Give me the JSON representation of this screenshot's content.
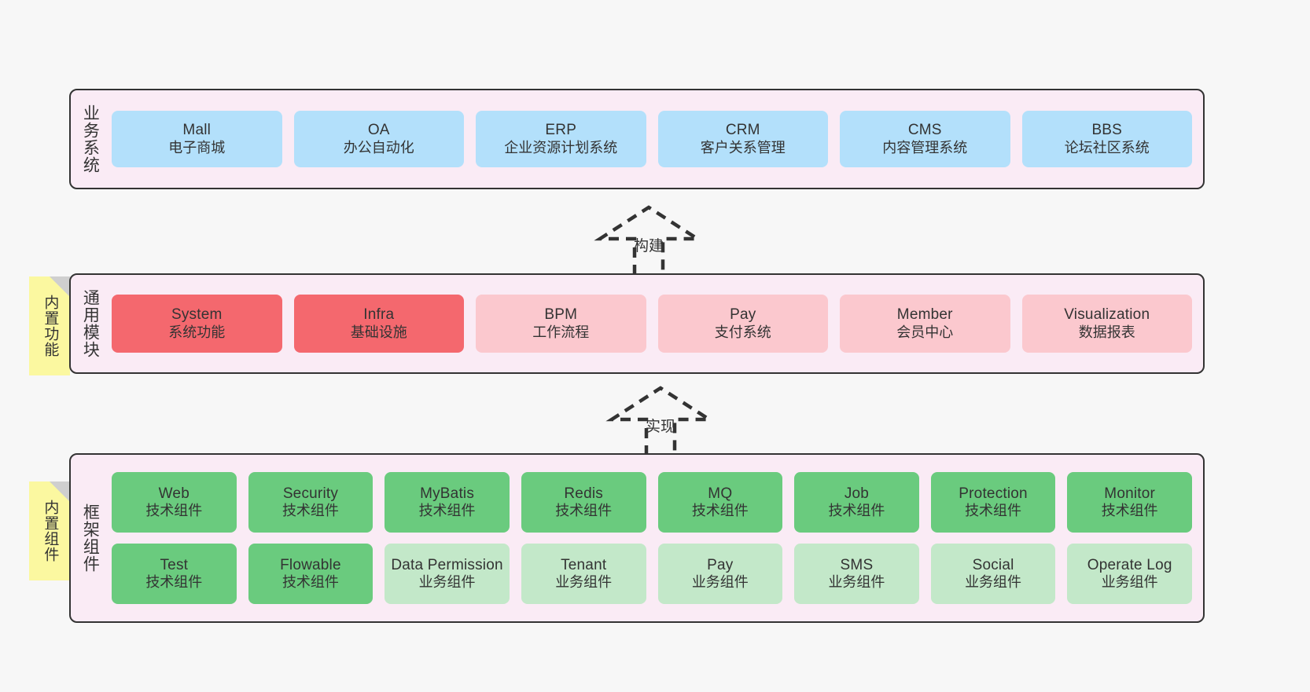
{
  "diagram": {
    "layers": [
      {
        "id": "business",
        "title": "业务系统",
        "cards": [
          {
            "name": "Mall",
            "desc": "电子商城"
          },
          {
            "name": "OA",
            "desc": "办公自动化"
          },
          {
            "name": "ERP",
            "desc": "企业资源计划系统"
          },
          {
            "name": "CRM",
            "desc": "客户关系管理"
          },
          {
            "name": "CMS",
            "desc": "内容管理系统"
          },
          {
            "name": "BBS",
            "desc": "论坛社区系统"
          }
        ]
      },
      {
        "id": "modules",
        "title": "通用模块",
        "sticky": "内置功能",
        "cards": [
          {
            "name": "System",
            "desc": "系统功能"
          },
          {
            "name": "Infra",
            "desc": "基础设施"
          },
          {
            "name": "BPM",
            "desc": "工作流程"
          },
          {
            "name": "Pay",
            "desc": "支付系统"
          },
          {
            "name": "Member",
            "desc": "会员中心"
          },
          {
            "name": "Visualization",
            "desc": "数据报表"
          }
        ]
      },
      {
        "id": "framework",
        "title": "框架组件",
        "sticky": "内置组件",
        "row1": [
          {
            "name": "Web",
            "desc": "技术组件"
          },
          {
            "name": "Security",
            "desc": "技术组件"
          },
          {
            "name": "MyBatis",
            "desc": "技术组件"
          },
          {
            "name": "Redis",
            "desc": "技术组件"
          },
          {
            "name": "MQ",
            "desc": "技术组件"
          },
          {
            "name": "Job",
            "desc": "技术组件"
          },
          {
            "name": "Protection",
            "desc": "技术组件"
          },
          {
            "name": "Monitor",
            "desc": "技术组件"
          }
        ],
        "row2": [
          {
            "name": "Test",
            "desc": "技术组件"
          },
          {
            "name": "Flowable",
            "desc": "技术组件"
          },
          {
            "name": "Data Permission",
            "desc": "业务组件"
          },
          {
            "name": "Tenant",
            "desc": "业务组件"
          },
          {
            "name": "Pay",
            "desc": "业务组件"
          },
          {
            "name": "SMS",
            "desc": "业务组件"
          },
          {
            "name": "Social",
            "desc": "业务组件"
          },
          {
            "name": "Operate Log",
            "desc": "业务组件"
          }
        ]
      }
    ],
    "connectors": [
      {
        "id": "build",
        "label": "构建"
      },
      {
        "id": "implement",
        "label": "实现"
      }
    ],
    "colors": {
      "layer_background": "#faebf5",
      "layer_border": "#333333",
      "business_card": "#b3e0fb",
      "module_primary": "#f4686e",
      "module_secondary": "#fbc8ce",
      "tech_component": "#6acb7e",
      "business_component": "#c3e8c9",
      "sticky_note": "#fbf8a0",
      "canvas": "#f7f7f7"
    }
  }
}
